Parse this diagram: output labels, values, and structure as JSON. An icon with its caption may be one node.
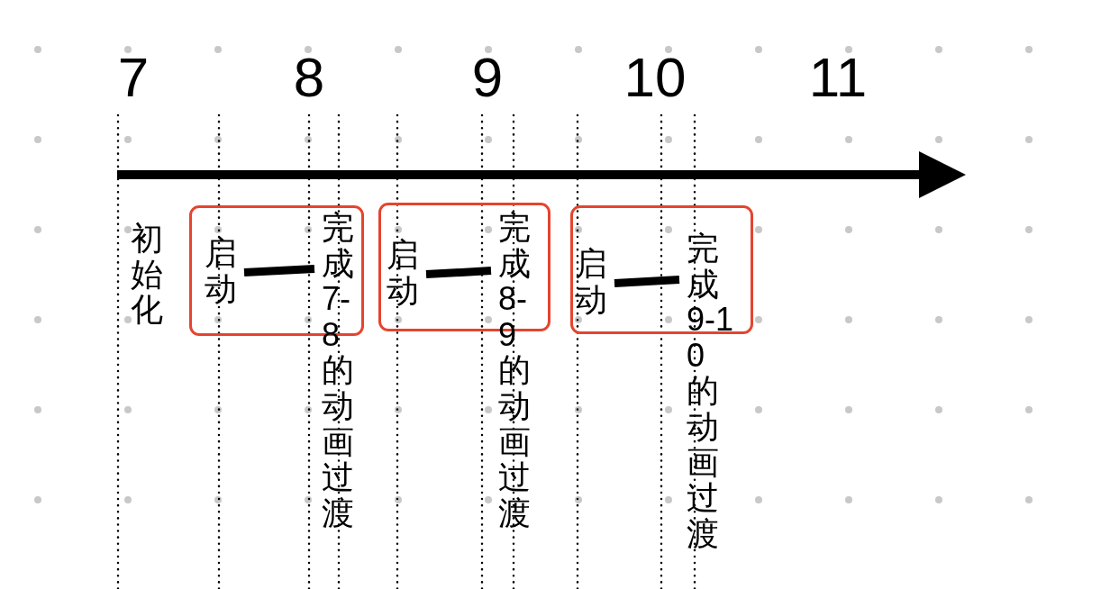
{
  "diagram": {
    "nodes": [
      {
        "text": [],
        "shape": "box"
      },
      {
        "text": [
          "启动"
        ],
        "in": 0
      },
      {
        "text": [
          "完成7-8的动画过渡"
        ]
      },
      {
        "text": [],
        "shape": "box"
      },
      {
        "text": [
          "启动"
        ],
        "in": 3
      },
      {
        "text": [
          "完成8-9的动画过渡"
        ]
      },
      {
        "text": [],
        "shape": "box"
      },
      {
        "text": [
          "启动"
        ],
        "in": 6
      },
      {
        "text": [
          "完成9-10的动画过渡"
        ]
      }
    ],
    "edges": [
      {
        "from": 1,
        "to": 2,
        "arrow": "none"
      },
      {
        "from": 4,
        "to": 5,
        "arrow": "none"
      },
      {
        "from": 7,
        "to": 8,
        "arrow": "none"
      }
    ],
    "labels": [
      "7",
      "8",
      "9",
      "10",
      "11",
      "初始化"
    ]
  }
}
